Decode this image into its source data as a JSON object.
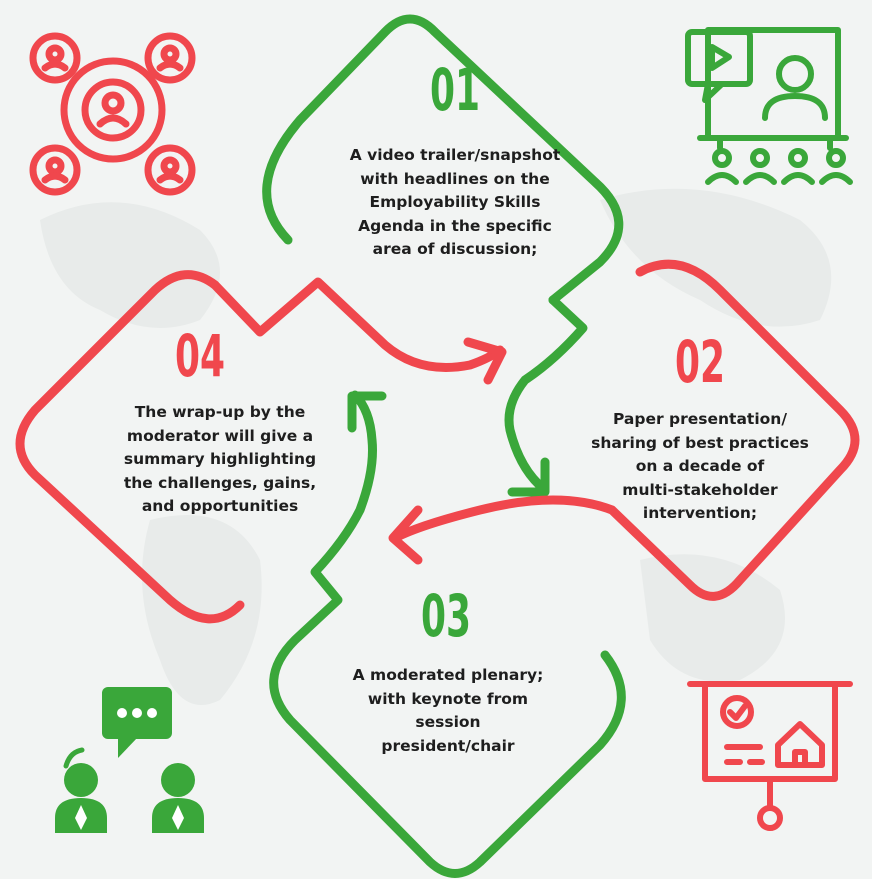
{
  "steps": [
    {
      "number": "01",
      "text": [
        "A video trailer/snapshot",
        "with headlines on the",
        "Employability Skills",
        "Agenda in the specific",
        "area of discussion;"
      ]
    },
    {
      "number": "02",
      "text": [
        "Paper presentation/",
        "sharing of best practices",
        "on a decade of",
        "multi-stakeholder",
        "intervention;"
      ]
    },
    {
      "number": "03",
      "text": [
        "A moderated plenary;",
        "with keynote from",
        "session",
        "president/chair"
      ]
    },
    {
      "number": "04",
      "text": [
        "The wrap-up by the",
        "moderator will give a",
        "summary highlighting",
        "the challenges, gains,",
        "and opportunities"
      ]
    }
  ],
  "icons": [
    "network-people-icon",
    "presentation-audience-icon",
    "chat-people-icon",
    "presentation-board-icon"
  ],
  "colors": {
    "red": "#f0474d",
    "green": "#3aa73a",
    "background": "#f2f4f3",
    "text": "#1e1e1e"
  }
}
